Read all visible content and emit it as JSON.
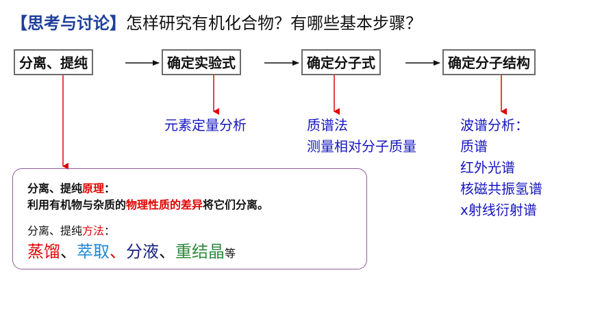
{
  "title": {
    "bracket_label": "【思考与讨论】",
    "question": "怎样研究有机化合物？有哪些基本步骤？"
  },
  "steps": [
    {
      "label": "分离、提纯"
    },
    {
      "label": "确定实验式"
    },
    {
      "label": "确定分子式"
    },
    {
      "label": "确定分子结构"
    }
  ],
  "methods": {
    "empirical": [
      "元素定量分析"
    ],
    "molecular": [
      "质谱法",
      "测量相对分子质量"
    ],
    "structure": [
      "波谱分析：",
      "质谱",
      "红外光谱",
      "核磁共振氢谱",
      "x射线衍射谱"
    ]
  },
  "note": {
    "principle_label": "分离、提纯",
    "principle_keyword": "原理",
    "principle_colon": "：",
    "principle_prefix": "利用有机物与杂质的",
    "principle_highlight": "物理性质的差异",
    "principle_suffix": "将它们分离。",
    "method_label": "分离、提纯",
    "method_keyword": "方法",
    "method_colon": "：",
    "technique_1": "蒸馏",
    "sep_1": "、",
    "technique_2": "萃取",
    "sep_2": "、",
    "technique_3": "分液",
    "sep_3": "、",
    "technique_4": "重结晶",
    "suffix": "等"
  },
  "colors": {
    "title_bracket": "#1f3f99",
    "method_text": "#1515c0",
    "highlight_red": "#e00000",
    "box_border": "#8f5a9b",
    "arrow_red": "#e00000"
  }
}
